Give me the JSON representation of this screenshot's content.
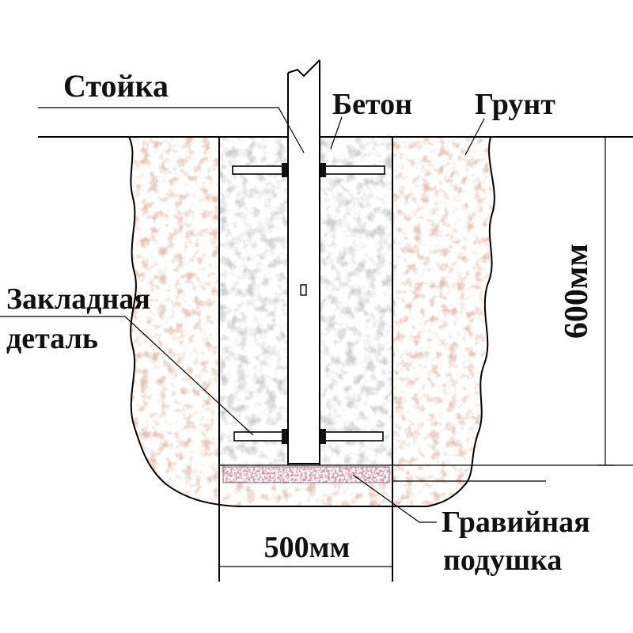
{
  "labels": {
    "post": "Стойка",
    "concrete": "Бетон",
    "soil": "Грунт",
    "embedded_line1": "Закладная",
    "embedded_line2": "деталь",
    "gravel_line1": "Гравийная",
    "gravel_line2": "подушка"
  },
  "dimensions": {
    "depth": "600мм",
    "width": "500мм"
  },
  "colors": {
    "soil_speckle": "#c99a84",
    "concrete_speckle": "#b5b5b5",
    "gravel": "#b07080",
    "outline": "#000000"
  }
}
